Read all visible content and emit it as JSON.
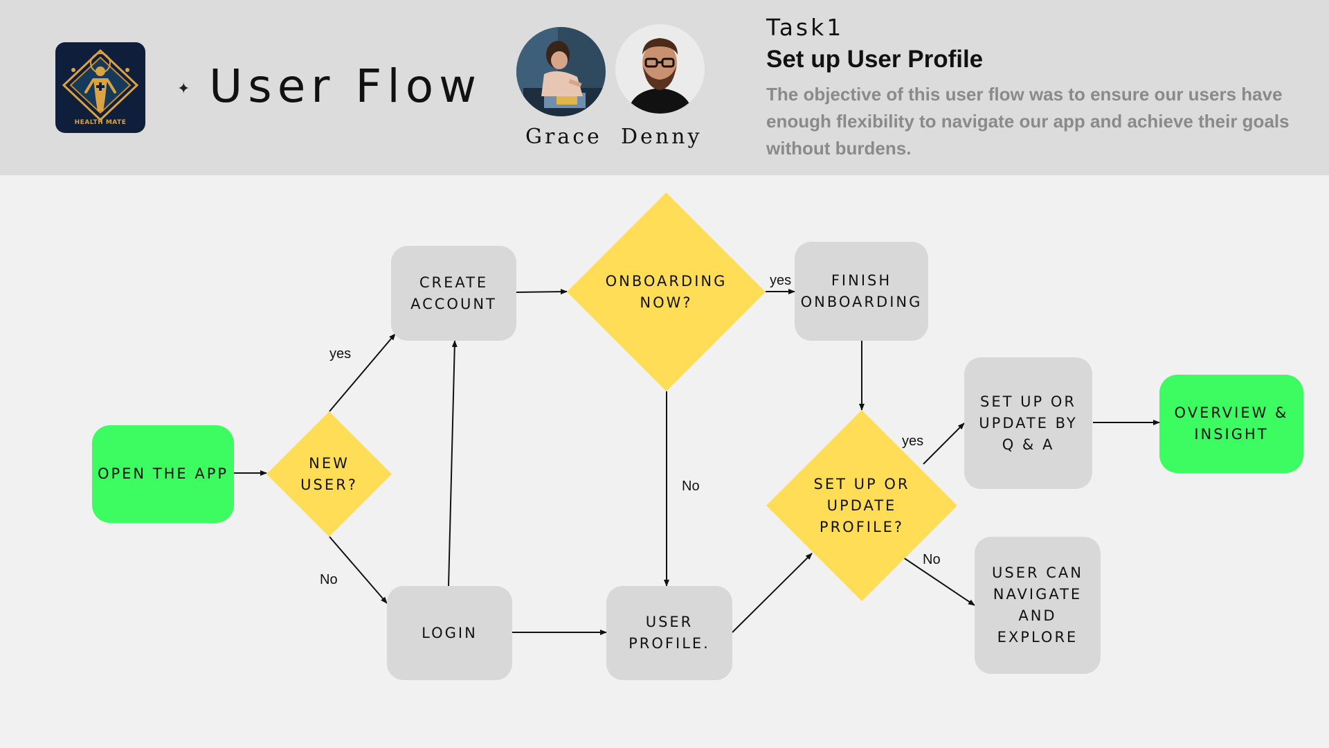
{
  "header": {
    "logo_text": "HEALTH MATE",
    "title": "User Flow",
    "members": [
      {
        "name": "Grace"
      },
      {
        "name": "Denny"
      }
    ],
    "task_label": "Task1",
    "task_title": "Set up User Profile",
    "task_description": "The objective of this user flow was to ensure our users have enough flexibility to navigate our app and achieve their goals without burdens."
  },
  "flow": {
    "nodes": {
      "open_app": "OPEN THE APP",
      "new_user": "NEW\nUSER?",
      "create_account": "CREATE\nACCOUNT",
      "login": "LOGIN",
      "onboarding_now": "ONBOARDING\nNOW?",
      "finish_onboarding": "FINISH\nONBOARDING",
      "user_profile": "USER\nPROFILE.",
      "setup_profile": "SET UP OR\nUPDATE\nPROFILE?",
      "setup_qa": "SET UP OR\nUPDATE BY\nQ & A",
      "navigate_explore": "USER CAN\nNAVIGATE\nAND\nEXPLORE",
      "overview_insight": "OVERVIEW &\nINSIGHT"
    },
    "labels": {
      "new_user_yes": "yes",
      "new_user_no": "No",
      "onboarding_yes": "yes",
      "onboarding_no": "No",
      "setup_yes": "yes",
      "setup_no": "No"
    }
  },
  "colors": {
    "header_bg": "#dcdcdc",
    "canvas_bg": "#f1f1f1",
    "process_box": "#d8d8d8",
    "decision": "#ffdd57",
    "terminal": "#3dfc61"
  }
}
